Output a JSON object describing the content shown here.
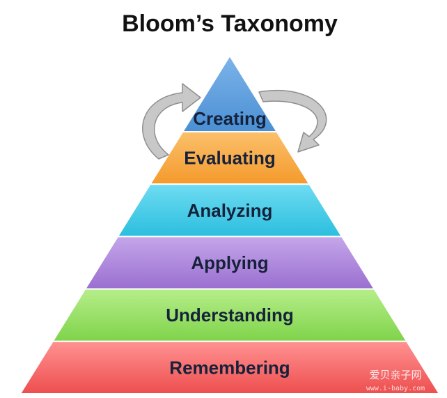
{
  "title": "Bloom’s Taxonomy",
  "levels": [
    {
      "label": "Creating",
      "color": "#4a8fd4",
      "color_light": "#7db4ea"
    },
    {
      "label": "Evaluating",
      "color": "#f49a2c",
      "color_light": "#fbc06b"
    },
    {
      "label": "Analyzing",
      "color": "#2bbede",
      "color_light": "#6fdcf2"
    },
    {
      "label": "Applying",
      "color": "#9a6fd0",
      "color_light": "#c5a6ea"
    },
    {
      "label": "Understanding",
      "color": "#7fd34a",
      "color_light": "#b6ee8a"
    },
    {
      "label": "Remembering",
      "color": "#ee4e4e",
      "color_light": "#ff9292"
    }
  ],
  "arrows": {
    "color": "#c8c8c8",
    "stroke": "#8e8e8e",
    "icon": "curved-arrow-icon"
  },
  "watermark": {
    "text": "爱贝亲子网",
    "subtext": "www.i-baby.com"
  }
}
